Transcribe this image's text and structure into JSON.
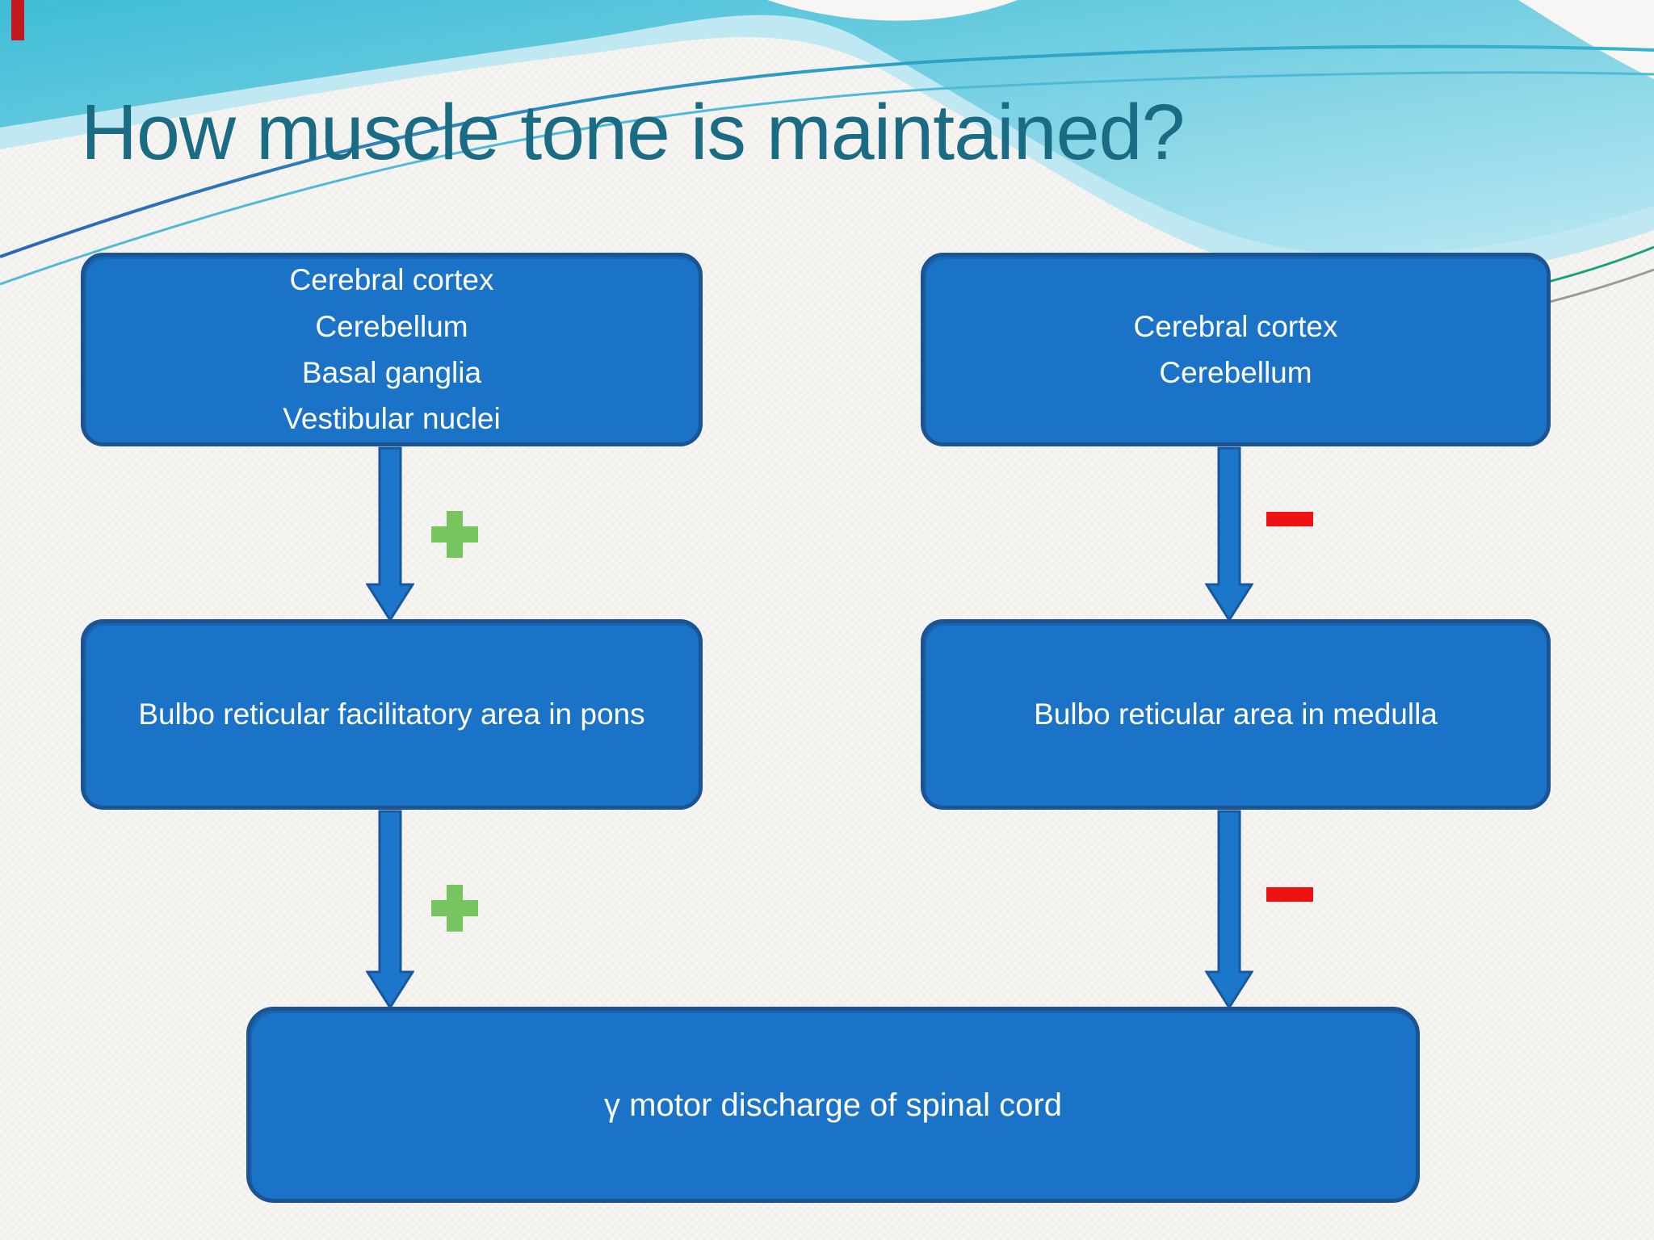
{
  "slide": {
    "title": "How muscle tone is maintained?",
    "flowchart": {
      "left_column": {
        "source_box": {
          "lines": [
            "Cerebral cortex",
            "Cerebellum",
            "Basal ganglia",
            "Vestibular nuclei"
          ]
        },
        "sign_top": "plus",
        "middle_box": {
          "text": "Bulbo reticular facilitatory area in pons"
        },
        "sign_bottom": "plus"
      },
      "right_column": {
        "source_box": {
          "lines": [
            "Cerebral cortex",
            "Cerebellum"
          ]
        },
        "sign_top": "minus",
        "middle_box": {
          "text": "Bulbo reticular area in medulla"
        },
        "sign_bottom": "minus"
      },
      "output_box": {
        "text": "γ motor discharge of spinal cord"
      }
    },
    "colors": {
      "title": "#1a6b84",
      "box_fill": "#1b73c7",
      "box_border": "#1a5494",
      "arrow_fill": "#1c76ca",
      "arrow_stroke": "#16589b",
      "plus": "#76c55f",
      "minus": "#ee1212",
      "header_teal": "#3fbdd6"
    }
  }
}
